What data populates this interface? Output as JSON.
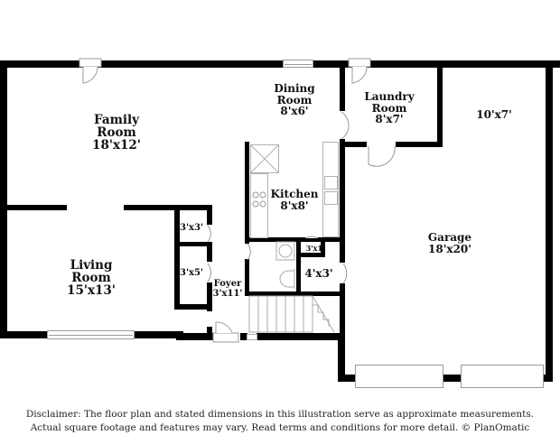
{
  "floor_plan": {
    "rooms": [
      {
        "id": "family-room",
        "name": "Family\nRoom",
        "name_lines": [
          "Family",
          "Room"
        ],
        "dimensions": "18'x12'"
      },
      {
        "id": "dining-room",
        "name_lines": [
          "Dining",
          "Room"
        ],
        "dimensions": "8'x6'"
      },
      {
        "id": "laundry-room",
        "name_lines": [
          "Laundry",
          "Room"
        ],
        "dimensions": "8'x7'"
      },
      {
        "id": "garage-upper",
        "name_lines": [],
        "dimensions": "10'x7'"
      },
      {
        "id": "kitchen",
        "name_lines": [
          "Kitchen"
        ],
        "dimensions": "8'x8'"
      },
      {
        "id": "closet-1",
        "name_lines": [],
        "dimensions": "3'x3'"
      },
      {
        "id": "closet-2",
        "name_lines": [],
        "dimensions": "3'x5'"
      },
      {
        "id": "living-room",
        "name_lines": [
          "Living",
          "Room"
        ],
        "dimensions": "15'x13'"
      },
      {
        "id": "foyer",
        "name_lines": [
          "Foyer"
        ],
        "dimensions": "3'x11'"
      },
      {
        "id": "pantry",
        "name_lines": [],
        "dimensions": "3'x1'"
      },
      {
        "id": "closet-3",
        "name_lines": [],
        "dimensions": "4'x3'"
      },
      {
        "id": "garage",
        "name_lines": [
          "Garage"
        ],
        "dimensions": "18'x20'"
      }
    ],
    "icons": {
      "door": "door-swing-icon",
      "window": "window-icon",
      "garage_door": "garage-door-icon",
      "stairs": "stairs-icon",
      "stove": "stove-icon",
      "sink": "sink-icon",
      "toilet": "toilet-icon",
      "fridge": "refrigerator-icon"
    },
    "colors": {
      "wall": "#000000",
      "fixture": "#9a9a9a",
      "background": "#ffffff"
    }
  },
  "disclaimer": {
    "line1": "Disclaimer: The floor plan and stated dimensions in this illustration serve as approximate measurements.",
    "line2": "Actual square footage and features may vary. Read terms and conditions for more detail. © PlanOmatic"
  }
}
